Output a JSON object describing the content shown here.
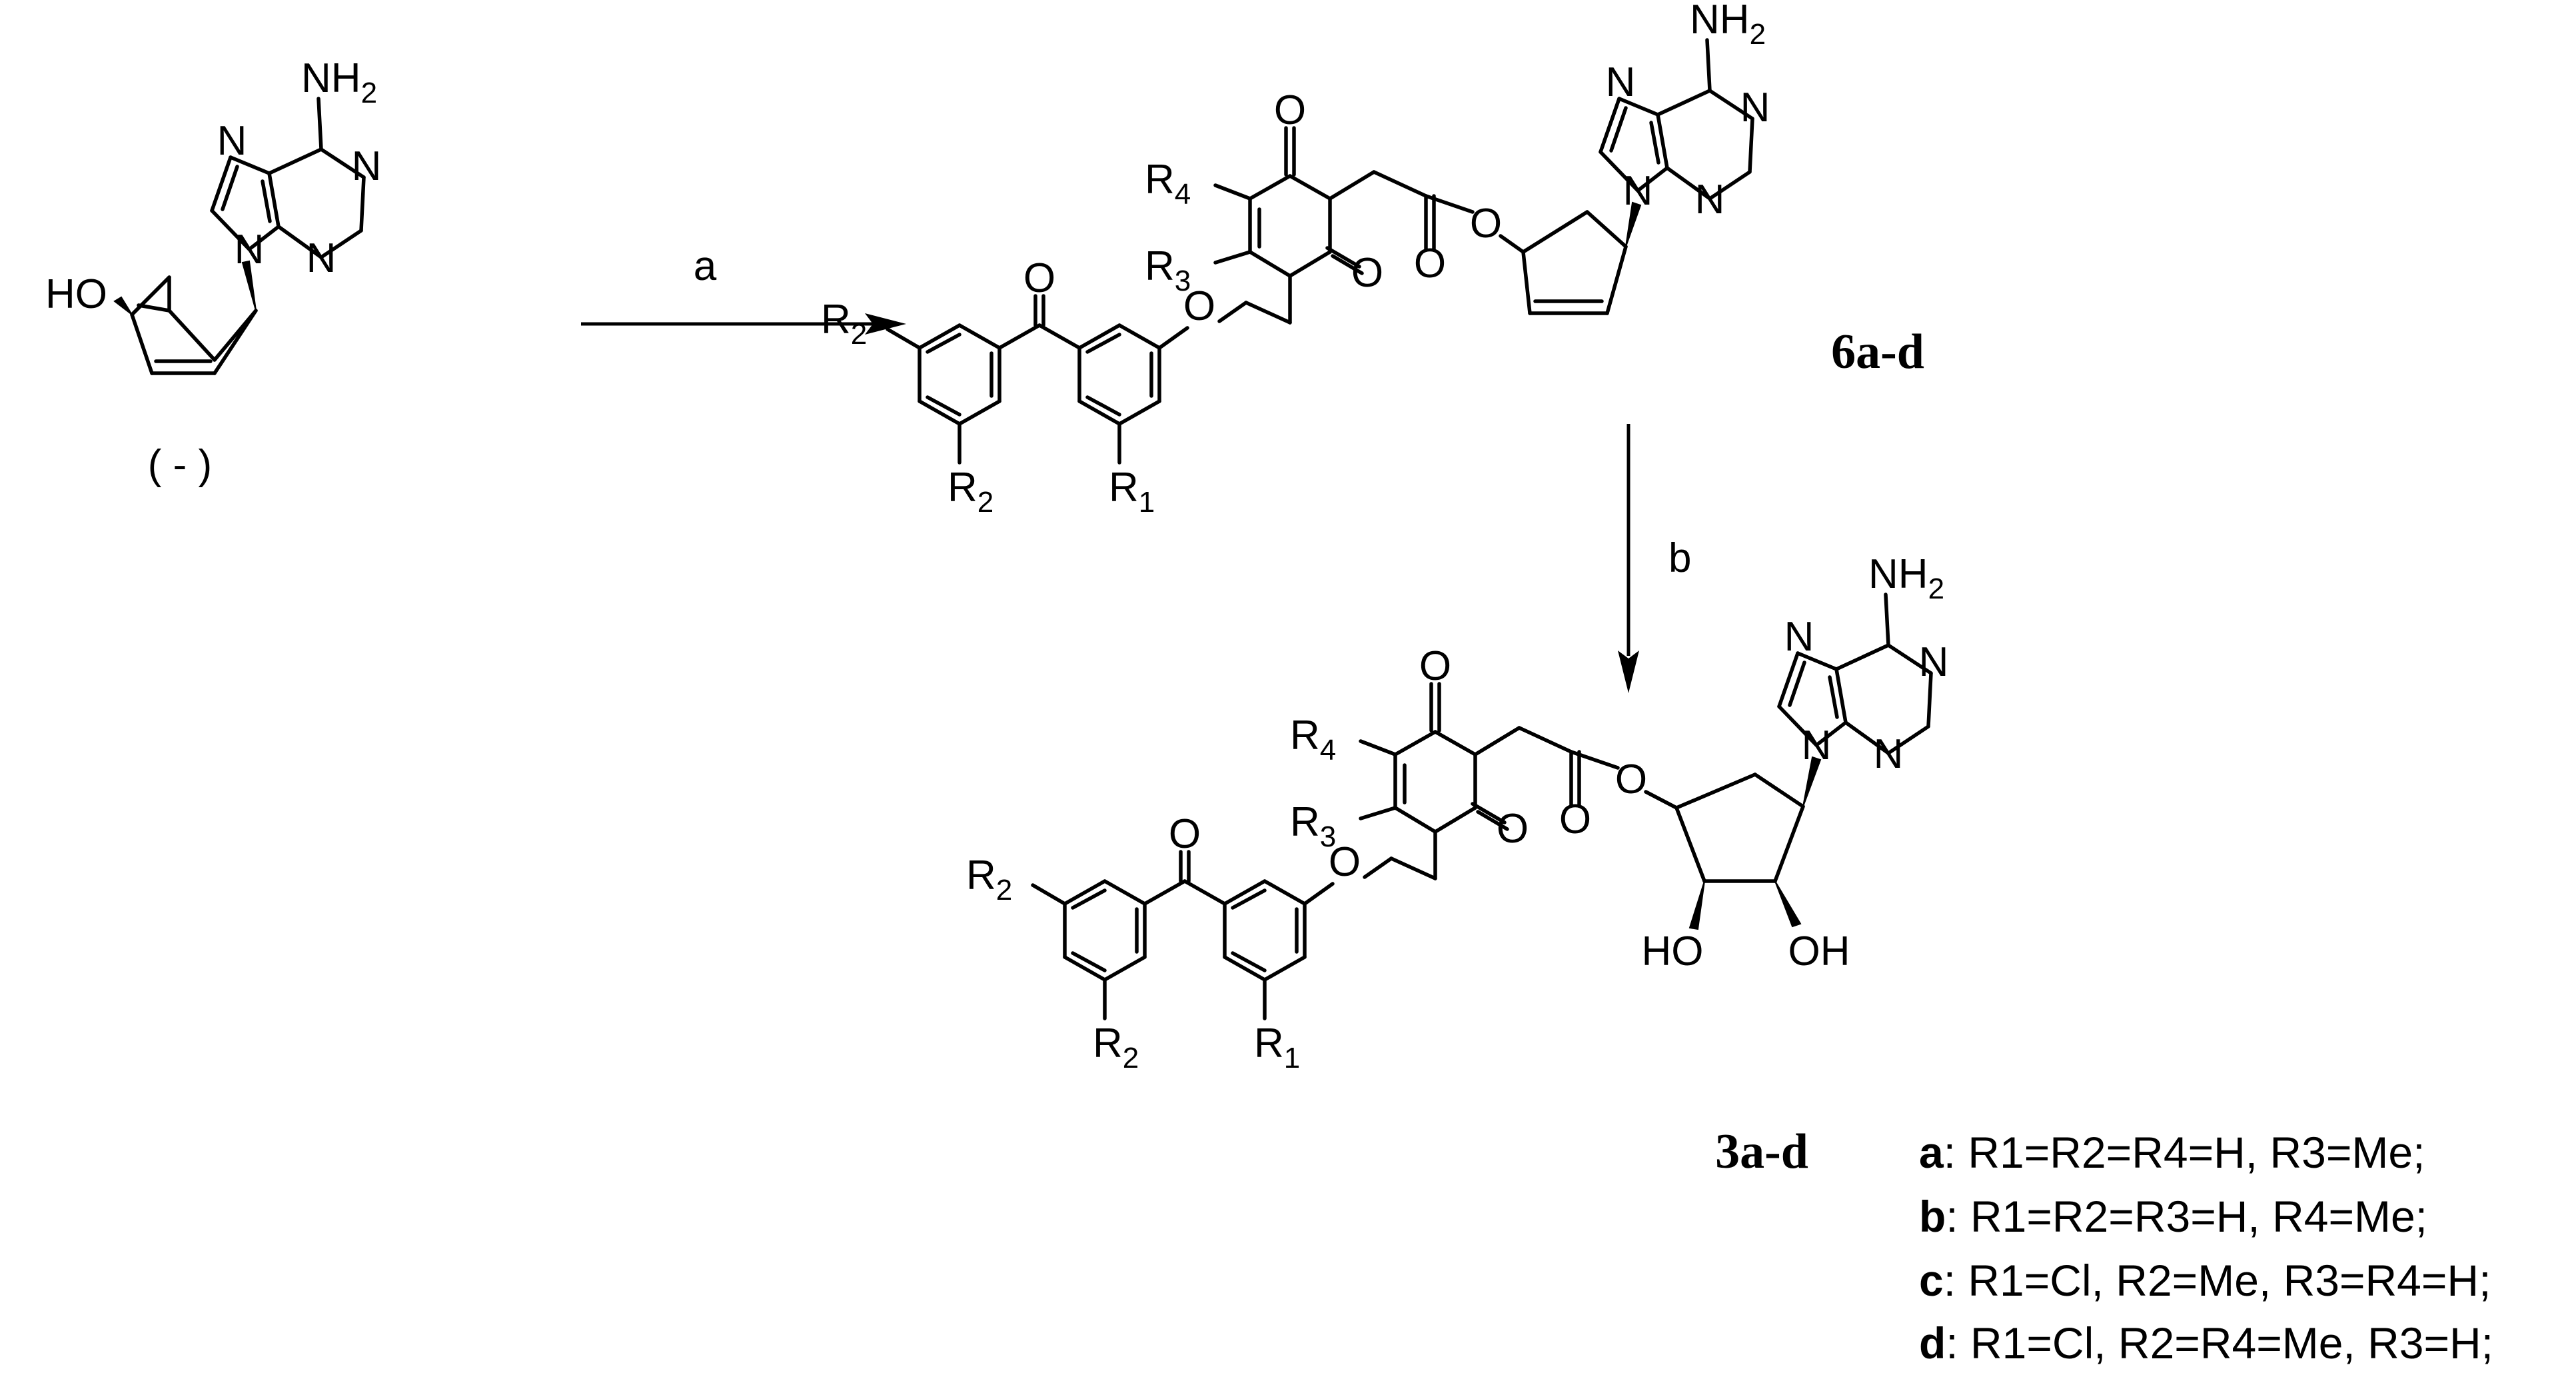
{
  "reactions": {
    "step_a": "a",
    "step_b": "b"
  },
  "compounds": {
    "start_label": "( - )",
    "intermediate_label": "6a-d",
    "product_label": "3a-d"
  },
  "legend": [
    {
      "letter": "a",
      "text": ": R1=R2=R4=H, R3=Me;"
    },
    {
      "letter": "b",
      "text": ": R1=R2=R3=H, R4=Me;"
    },
    {
      "letter": "c",
      "text": ": R1=Cl, R2=Me, R3=R4=H;"
    },
    {
      "letter": "d",
      "text": ": R1=Cl, R2=R4=Me, R3=H;"
    }
  ]
}
